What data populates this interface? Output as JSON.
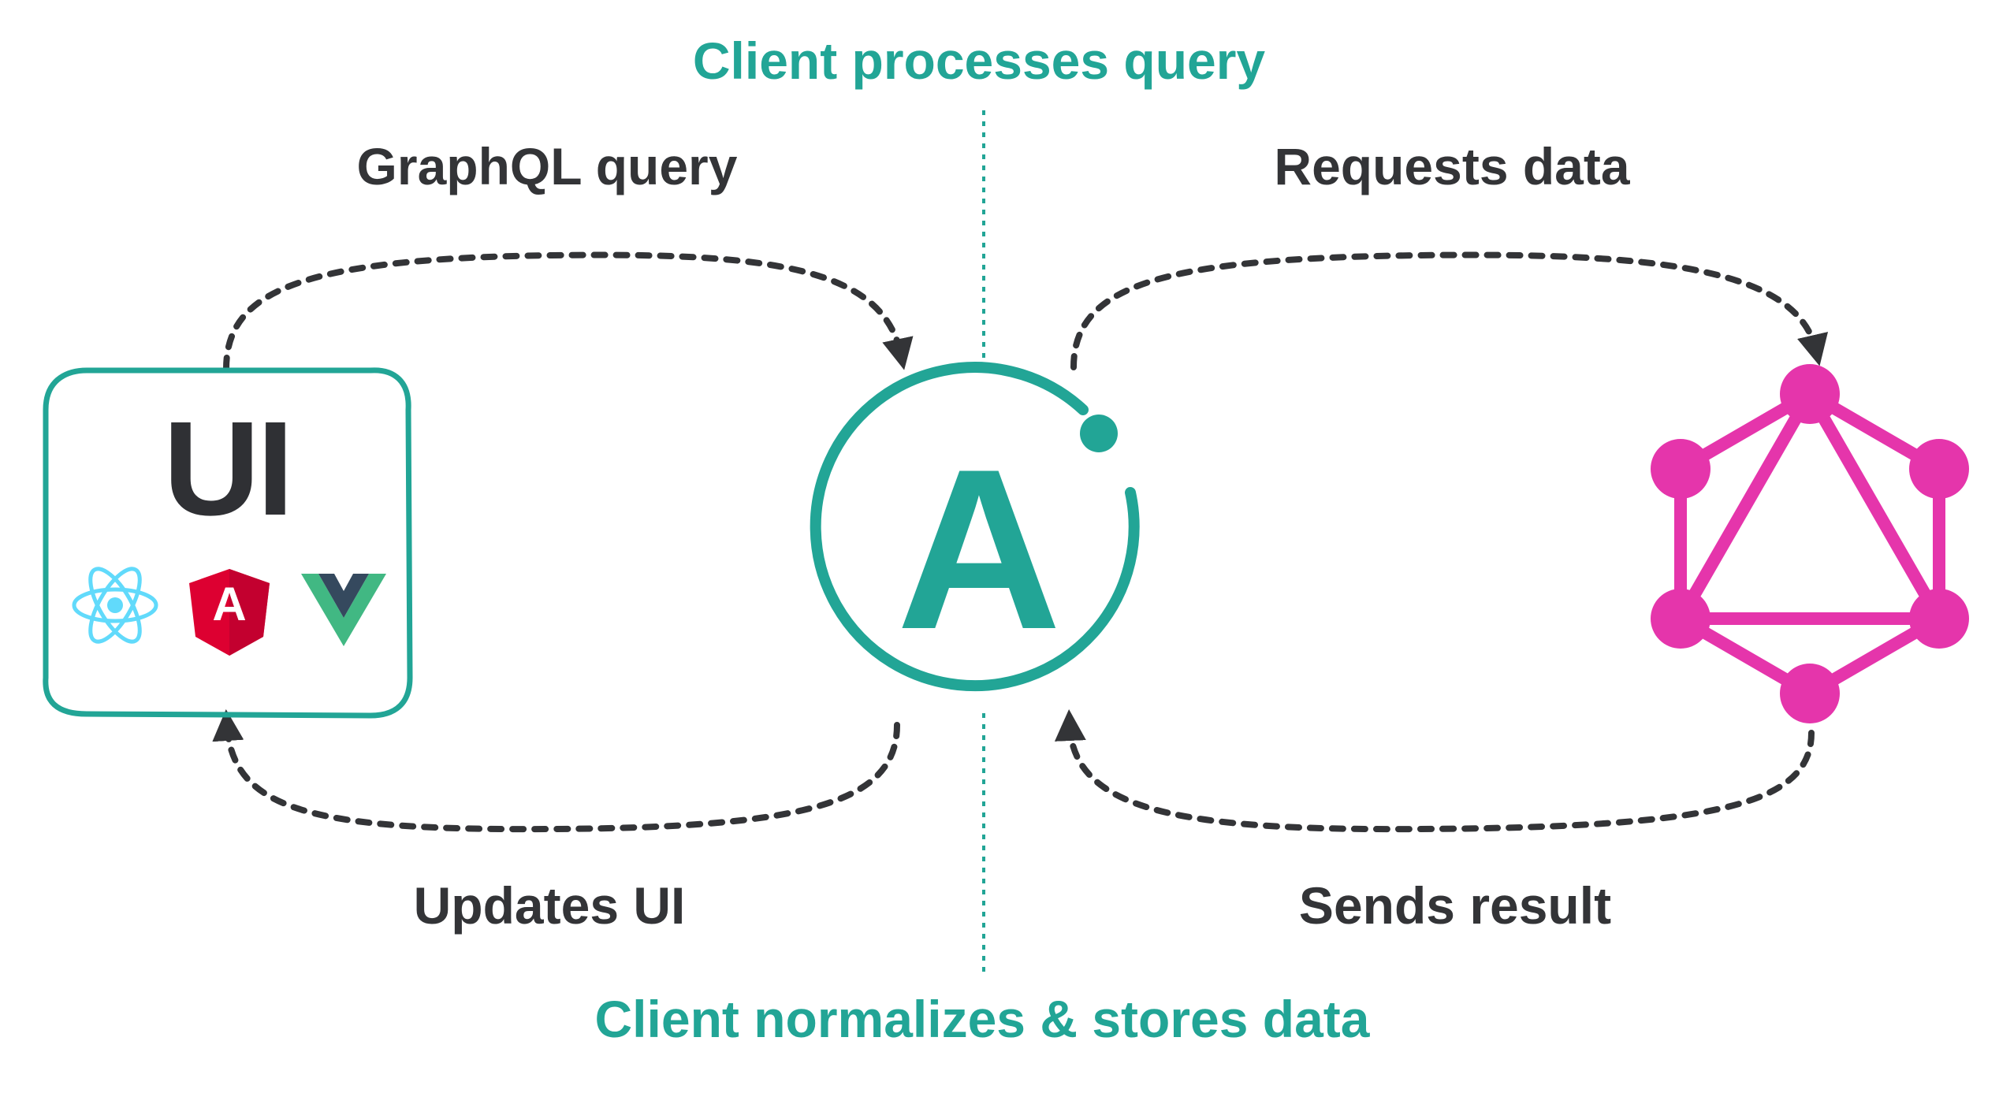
{
  "labels": {
    "top_center": "Client processes query",
    "bottom_center": "Client normalizes & stores data",
    "top_left": "GraphQL query",
    "top_right": "Requests data",
    "bottom_left": "Updates UI",
    "bottom_right": "Sends result"
  },
  "ui_box": {
    "title": "UI",
    "framework_icons": [
      "react-icon",
      "angular-icon",
      "vue-icon"
    ],
    "angular_letter": "A"
  },
  "apollo": {
    "letter": "A",
    "icon": "apollo-logo-icon"
  },
  "graphql": {
    "icon": "graphql-logo-icon"
  },
  "colors": {
    "accent_teal": "#22a596",
    "text_dark": "#333437",
    "graphql_pink": "#e535ab",
    "react_blue": "#61dafb",
    "angular_red": "#dd0031",
    "angular_dark_red": "#c3002f",
    "vue_green": "#41b883",
    "vue_dark": "#35495e",
    "arrow_dark": "#333437"
  }
}
